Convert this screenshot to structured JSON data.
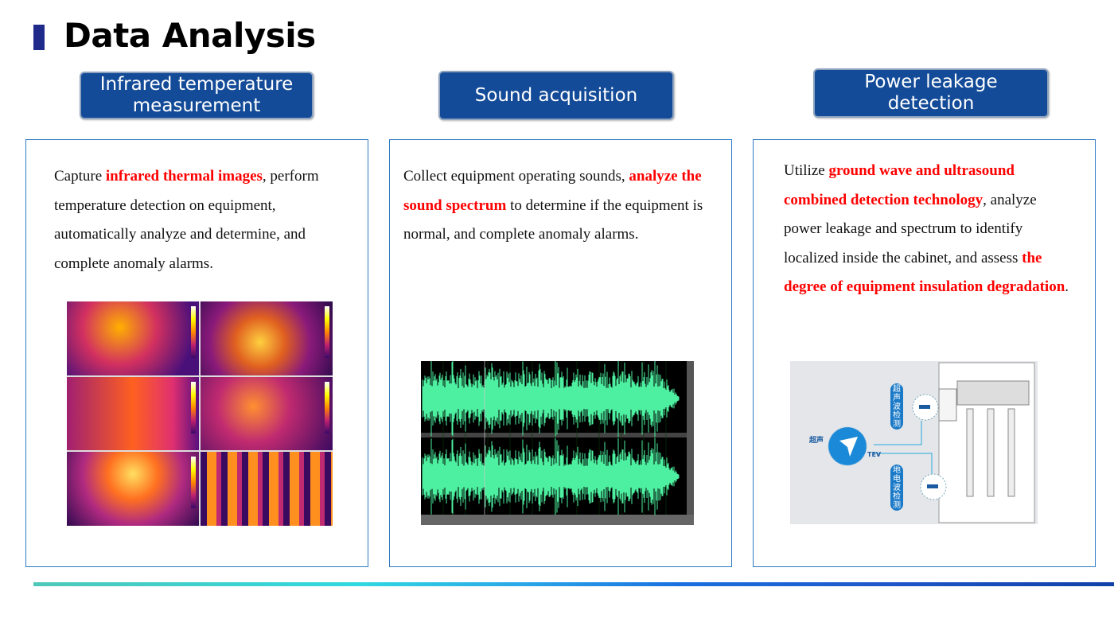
{
  "title": "Data Analysis",
  "sections": [
    {
      "header": "Infrared temperature measurement",
      "text": [
        {
          "t": "Capture ",
          "r": false
        },
        {
          "t": "infrared thermal images",
          "r": true
        },
        {
          "t": ", perform temperature detection on equipment, automatically analyze and determine, and complete anomaly alarms.",
          "r": false
        }
      ]
    },
    {
      "header": "Sound acquisition",
      "text": [
        {
          "t": "Collect equipment operating sounds, ",
          "r": false
        },
        {
          "t": "analyze the sound spectrum",
          "r": true
        },
        {
          "t": " to determine if the equipment is normal, and complete anomaly alarms.",
          "r": false
        }
      ]
    },
    {
      "header": "Power leakage detection",
      "text": [
        {
          "t": "Utilize ",
          "r": false
        },
        {
          "t": "ground wave and ultrasound combined detection technology",
          "r": true
        },
        {
          "t": ", analyze power leakage and spectrum to identify localized inside the cabinet, and assess ",
          "r": false
        },
        {
          "t": "the degree of equipment insulation degradation",
          "r": true
        },
        {
          "t": ".",
          "r": false
        }
      ]
    }
  ],
  "diagram": {
    "ultrasonic_detect": "超声波检测",
    "ultrasonic": "超声",
    "tev": "TEV",
    "ground_wave_detect": "地电波检测"
  },
  "colors": {
    "accent": "#134b98",
    "highlight": "#ff0000",
    "wave": "#4df0a0"
  }
}
